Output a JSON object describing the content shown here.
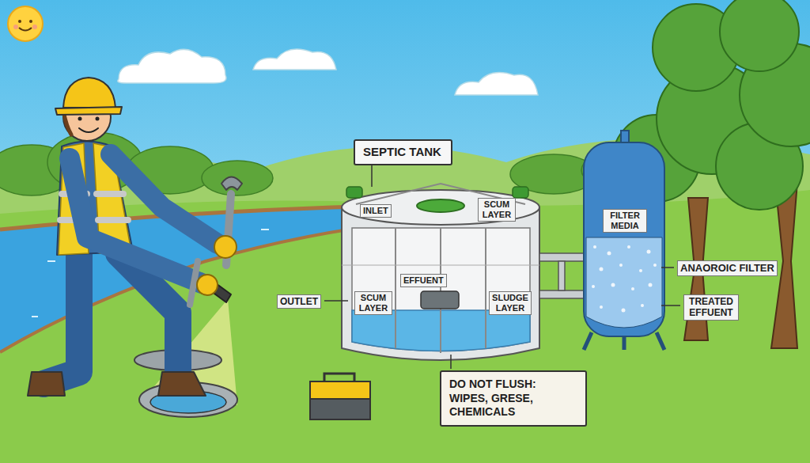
{
  "diagram": {
    "nodes": [
      {
        "text": [
          "SEPTIC TANK"
        ]
      },
      {
        "text": [
          "DO NOT FLUSH: WIPES, GRESE, CHEMICALS"
        ]
      }
    ],
    "labels": [
      "INLET",
      "SCUM LAYER",
      "OUTLET",
      "SCUM LAYER",
      "EFFUENT",
      "SLUDGE LAYER",
      "FILTER MEDIA",
      "ANAOROIC FILTER",
      "TREATED EFFUENT"
    ]
  }
}
